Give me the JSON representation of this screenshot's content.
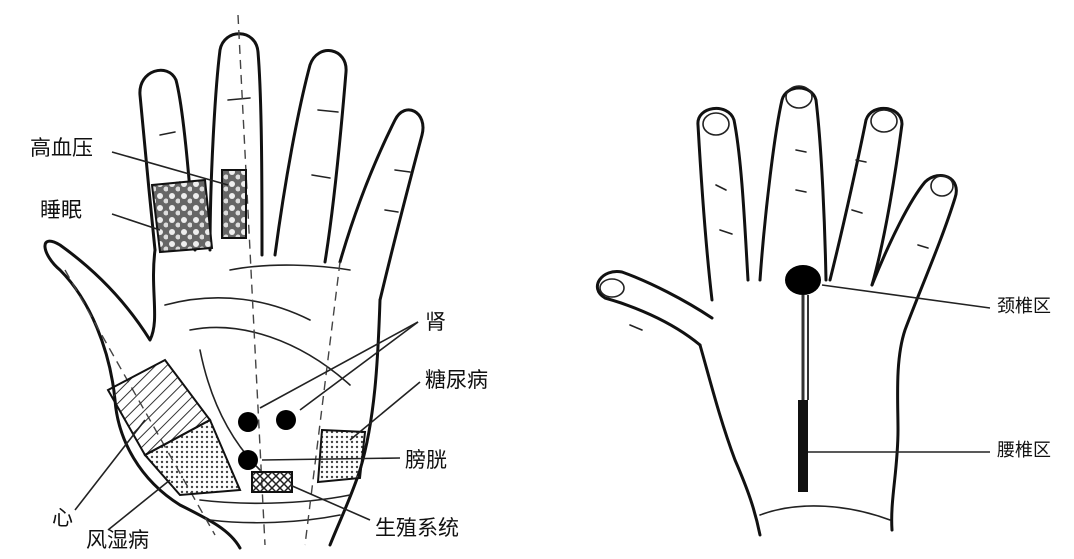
{
  "left_diagram": {
    "labels": {
      "hypertension": "高血压",
      "sleep": "睡眠",
      "kidney": "肾",
      "diabetes": "糖尿病",
      "bladder": "膀胱",
      "heart": "心",
      "rheumatism": "风湿病",
      "reproductive": "生殖系统"
    }
  },
  "right_diagram": {
    "labels": {
      "cervical": "颈椎区",
      "lumbar": "腰椎区"
    }
  }
}
